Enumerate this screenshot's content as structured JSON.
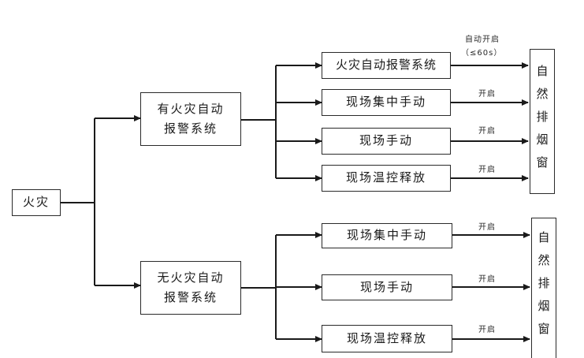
{
  "fire": "火灾",
  "with_system": {
    "line1": "有火灾自动",
    "line2": "报警系统"
  },
  "without_system": {
    "line1": "无火灾自动",
    "line2": "报警系统"
  },
  "top_actions": [
    "火灾自动报警系统",
    "现场集中手动",
    "现场手动",
    "现场温控释放"
  ],
  "bottom_actions": [
    "现场集中手动",
    "现场手动",
    "现场温控释放"
  ],
  "auto_open_label": "自动开启",
  "auto_open_time": "（≤60s）",
  "open_label": "开启",
  "window_top": "自然排烟窗",
  "window_bottom": "自然排烟窗"
}
